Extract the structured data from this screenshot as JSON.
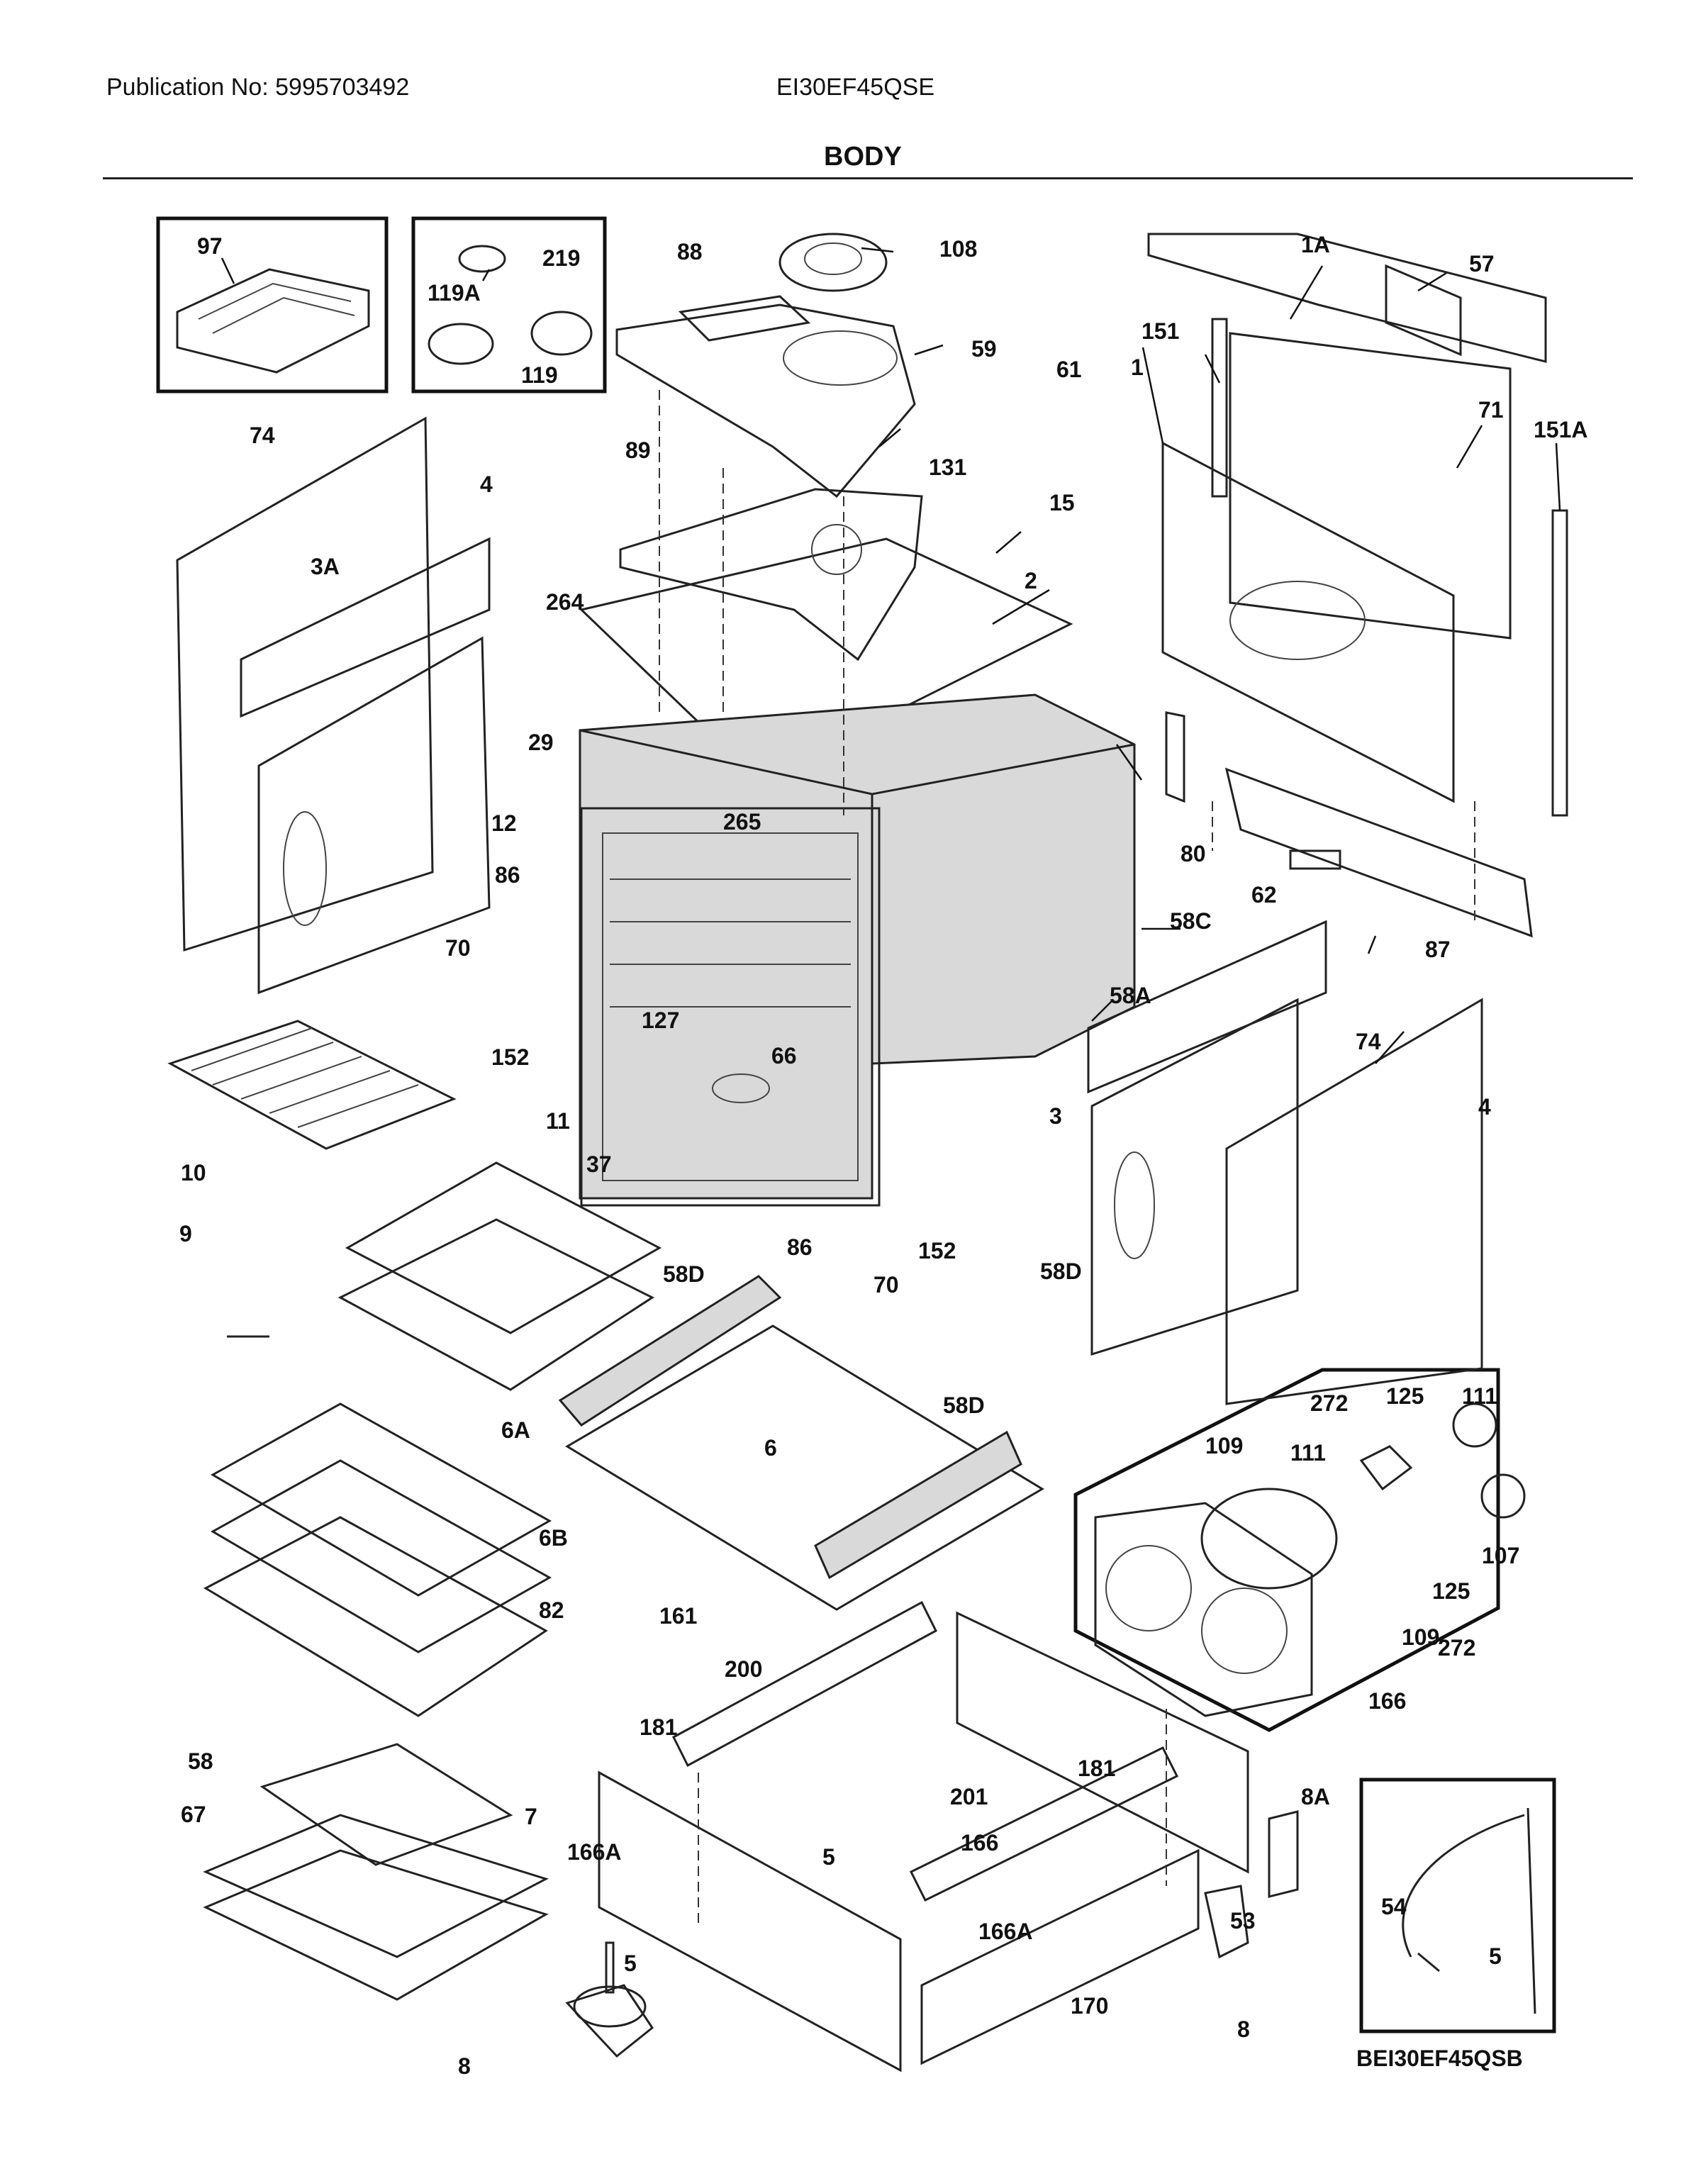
{
  "header": {
    "publication": "Publication No: 5995703492",
    "model": "EI30EF45QSE",
    "title": "BODY"
  },
  "diagram_code": "BEI30EF45QSB",
  "callouts": [
    "97",
    "119A",
    "219",
    "119",
    "88",
    "108",
    "59",
    "1A",
    "57",
    "151",
    "71",
    "151A",
    "1",
    "74",
    "4",
    "3A",
    "89",
    "131",
    "61",
    "15",
    "2",
    "264",
    "29",
    "265",
    "12",
    "86",
    "80",
    "62",
    "87",
    "58C",
    "70",
    "152",
    "127",
    "58A",
    "74",
    "3",
    "4",
    "11",
    "66",
    "10",
    "37",
    "9",
    "58D",
    "86",
    "152",
    "70",
    "58D",
    "58D",
    "6",
    "6A",
    "6B",
    "82",
    "161",
    "109",
    "272",
    "125",
    "111",
    "111",
    "109",
    "272",
    "125",
    "107",
    "166",
    "200",
    "181",
    "201",
    "181",
    "8A",
    "58",
    "67",
    "7",
    "166A",
    "5",
    "166",
    "166A",
    "53",
    "54",
    "5",
    "5",
    "170",
    "8"
  ]
}
